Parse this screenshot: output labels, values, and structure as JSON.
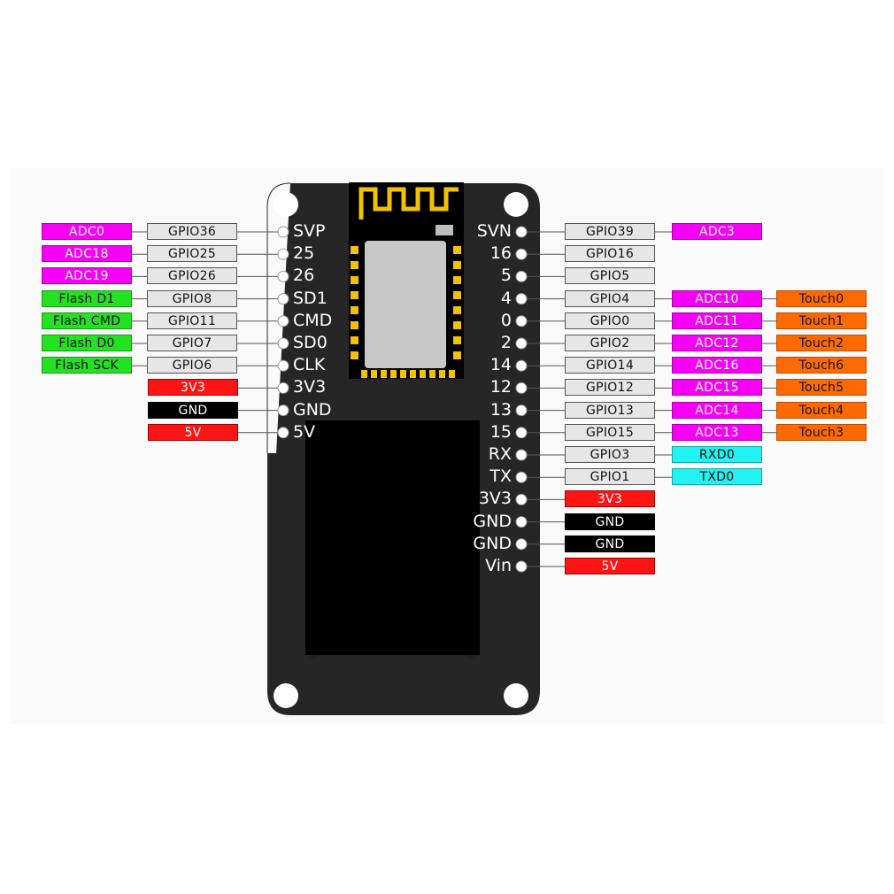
{
  "colors": {
    "board": "#262626",
    "screen": "#000000",
    "gpio": "#e6e6e6",
    "adc": "#f500f5",
    "touch": "#ff6a00",
    "flash": "#22e222",
    "uart": "#22f2f2",
    "power": "#ff1414",
    "gnd": "#000000",
    "antenna_gold": "#f2c200"
  },
  "left_pins": [
    {
      "pin": "SVP",
      "gpio": "GPIO36",
      "func": "ADC0",
      "func_type": "adc"
    },
    {
      "pin": "25",
      "gpio": "GPIO25",
      "func": "ADC18",
      "func_type": "adc"
    },
    {
      "pin": "26",
      "gpio": "GPIO26",
      "func": "ADC19",
      "func_type": "adc"
    },
    {
      "pin": "SD1",
      "gpio": "GPIO8",
      "func": "Flash D1",
      "func_type": "flash"
    },
    {
      "pin": "CMD",
      "gpio": "GPIO11",
      "func": "Flash CMD",
      "func_type": "flash"
    },
    {
      "pin": "SD0",
      "gpio": "GPIO7",
      "func": "Flash D0",
      "func_type": "flash"
    },
    {
      "pin": "CLK",
      "gpio": "GPIO6",
      "func": "Flash SCK",
      "func_type": "flash"
    },
    {
      "pin": "3V3",
      "gpio": "3V3",
      "func": "",
      "func_type": "pw3v3"
    },
    {
      "pin": "GND",
      "gpio": "GND",
      "func": "",
      "func_type": "gnd"
    },
    {
      "pin": "5V",
      "gpio": "5V",
      "func": "",
      "func_type": "pw5v"
    }
  ],
  "right_pins": [
    {
      "pin": "SVN",
      "gpio": "GPIO39",
      "func": "ADC3",
      "touch": "",
      "func_type": "adc",
      "pin_dark": false
    },
    {
      "pin": "16",
      "gpio": "GPIO16",
      "func": "",
      "touch": "",
      "func_type": "",
      "pin_dark": false
    },
    {
      "pin": "5",
      "gpio": "GPIO5",
      "func": "",
      "touch": "",
      "func_type": "",
      "pin_dark": false
    },
    {
      "pin": "4",
      "gpio": "GPIO4",
      "func": "ADC10",
      "touch": "Touch0",
      "func_type": "adc",
      "pin_dark": false
    },
    {
      "pin": "0",
      "gpio": "GPIO0",
      "func": "ADC11",
      "touch": "Touch1",
      "func_type": "adc",
      "pin_dark": false
    },
    {
      "pin": "2",
      "gpio": "GPIO2",
      "func": "ADC12",
      "touch": "Touch2",
      "func_type": "adc",
      "pin_dark": false
    },
    {
      "pin": "14",
      "gpio": "GPIO14",
      "func": "ADC16",
      "touch": "Touch6",
      "func_type": "adc",
      "pin_dark": false
    },
    {
      "pin": "12",
      "gpio": "GPIO12",
      "func": "ADC15",
      "touch": "Touch5",
      "func_type": "adc",
      "pin_dark": false
    },
    {
      "pin": "13",
      "gpio": "GPIO13",
      "func": "ADC14",
      "touch": "Touch4",
      "func_type": "adc",
      "pin_dark": false
    },
    {
      "pin": "15",
      "gpio": "GPIO15",
      "func": "ADC13",
      "touch": "Touch3",
      "func_type": "adc",
      "pin_dark": false
    },
    {
      "pin": "RX",
      "gpio": "GPIO3",
      "func": "RXD0",
      "touch": "",
      "func_type": "uart",
      "pin_dark": false
    },
    {
      "pin": "TX",
      "gpio": "GPIO1",
      "func": "TXD0",
      "touch": "",
      "func_type": "uart",
      "pin_dark": false
    },
    {
      "pin": "3V3",
      "gpio": "",
      "func": "3V3",
      "touch": "",
      "func_type": "pw3v3",
      "pin_dark": false
    },
    {
      "pin": "GND",
      "gpio": "",
      "func": "GND",
      "touch": "",
      "func_type": "gnd",
      "pin_dark": false
    },
    {
      "pin": "GND",
      "gpio": "",
      "func": "GND",
      "touch": "",
      "func_type": "gnd",
      "pin_dark": false
    },
    {
      "pin": "Vin",
      "gpio": "",
      "func": "5V",
      "touch": "",
      "func_type": "pw5v",
      "pin_dark": false
    }
  ]
}
